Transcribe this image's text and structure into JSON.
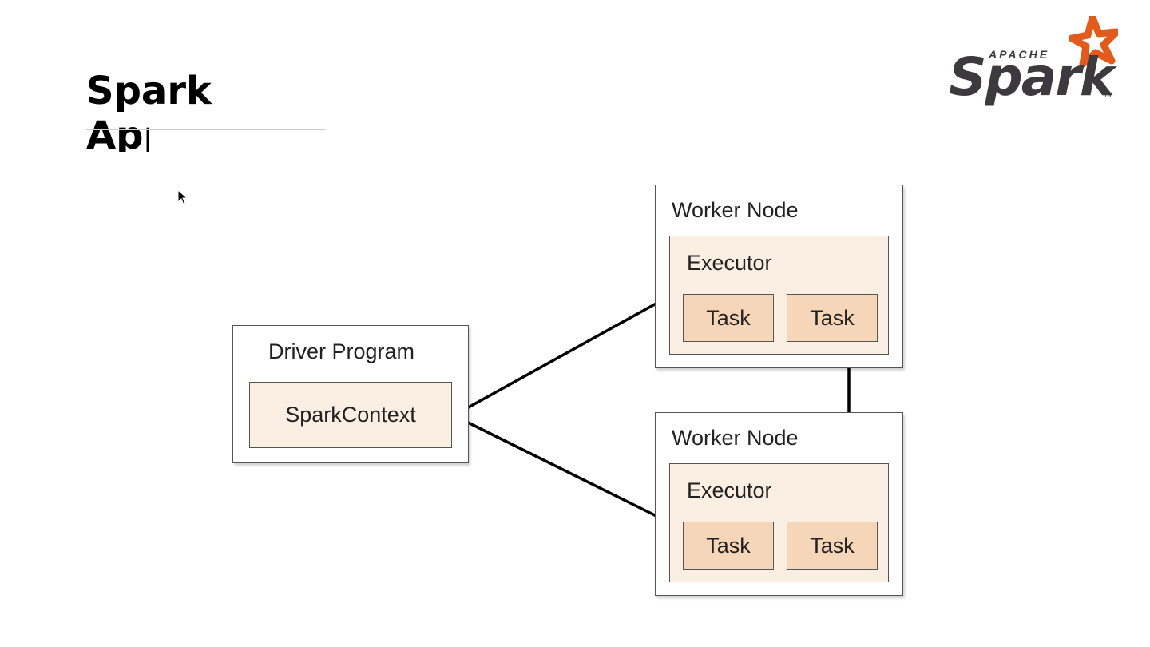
{
  "slide": {
    "title_line1": "Spark",
    "title_line2": "Application"
  },
  "logo": {
    "apache": "APACHE",
    "spark": "Spark",
    "tm": "TM",
    "star_color": "#e25a1c",
    "text_color": "#3c3a3e"
  },
  "diagram": {
    "driver": {
      "label": "Driver Program",
      "context_label": "SparkContext"
    },
    "workers": [
      {
        "label": "Worker Node",
        "executor_label": "Executor",
        "tasks": [
          "Task",
          "Task"
        ]
      },
      {
        "label": "Worker Node",
        "executor_label": "Executor",
        "tasks": [
          "Task",
          "Task"
        ]
      }
    ],
    "colors": {
      "executor_fill": "#fbeee2",
      "task_fill": "#f6d6b8",
      "border": "#555555"
    }
  }
}
